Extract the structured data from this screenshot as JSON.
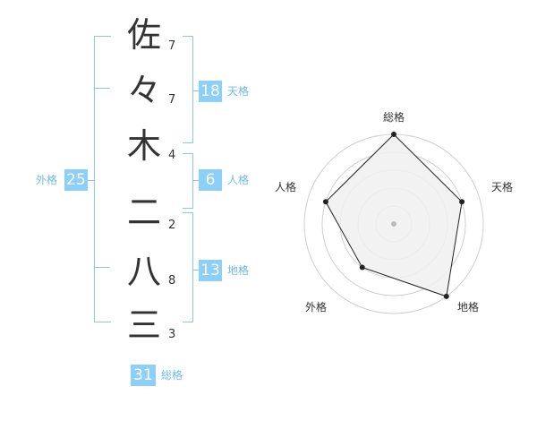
{
  "name": {
    "characters": [
      {
        "char": "佐",
        "strokes": "7"
      },
      {
        "char": "々",
        "strokes": "7"
      },
      {
        "char": "木",
        "strokes": "4"
      },
      {
        "char": "二",
        "strokes": "2"
      },
      {
        "char": "八",
        "strokes": "8"
      },
      {
        "char": "三",
        "strokes": "3"
      }
    ]
  },
  "scores": {
    "tenkaku": {
      "value": "18",
      "label": "天格"
    },
    "jinkaku": {
      "value": "6",
      "label": "人格"
    },
    "chikaku": {
      "value": "13",
      "label": "地格"
    },
    "gaikaku": {
      "value": "25",
      "label": "外格"
    },
    "soukaku": {
      "value": "31",
      "label": "総格"
    }
  },
  "radar": {
    "axis_labels": {
      "top": "総格",
      "right": "天格",
      "bottom_right": "地格",
      "bottom_left": "外格",
      "left": "人格"
    },
    "levels": 5,
    "values": {
      "soukaku": 1.0,
      "tenkaku": 0.8,
      "chikaku": 1.0,
      "gaikaku": 0.6,
      "jinkaku": 0.8
    },
    "colors": {
      "grid": "#cfcfcf",
      "fill": "#f0f0f0",
      "line": "#222222",
      "point": "#222222",
      "center": "#bbbbbb"
    }
  }
}
